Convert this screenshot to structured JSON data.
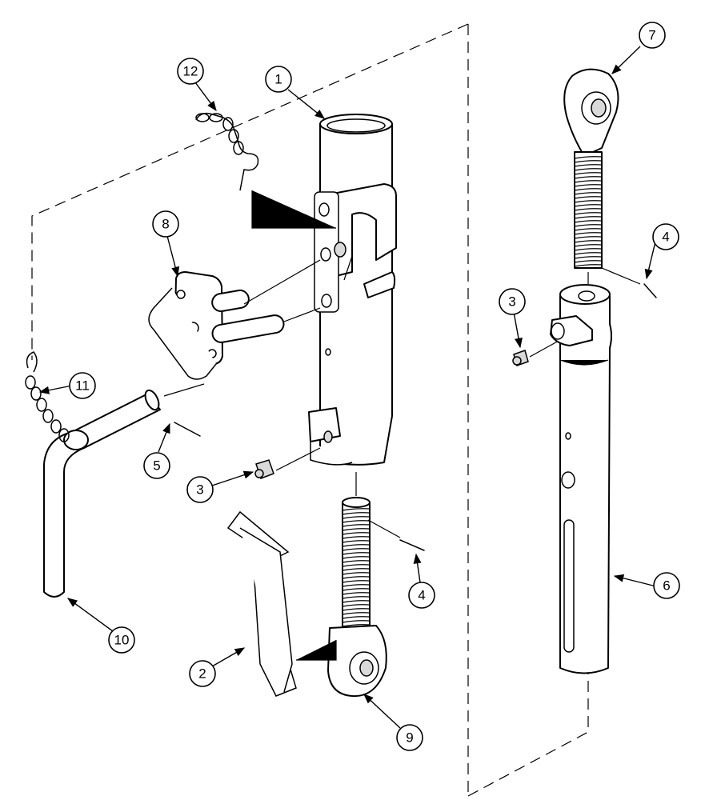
{
  "callouts": [
    {
      "id": "callout-1",
      "number": "1"
    },
    {
      "id": "callout-2",
      "number": "2"
    },
    {
      "id": "callout-3-left",
      "number": "3"
    },
    {
      "id": "callout-3-right",
      "number": "3"
    },
    {
      "id": "callout-4-left",
      "number": "4"
    },
    {
      "id": "callout-4-right",
      "number": "4"
    },
    {
      "id": "callout-5",
      "number": "5"
    },
    {
      "id": "callout-6",
      "number": "6"
    },
    {
      "id": "callout-7",
      "number": "7"
    },
    {
      "id": "callout-8",
      "number": "8"
    },
    {
      "id": "callout-9",
      "number": "9"
    },
    {
      "id": "callout-10",
      "number": "10"
    },
    {
      "id": "callout-11",
      "number": "11"
    },
    {
      "id": "callout-12",
      "number": "12"
    }
  ]
}
